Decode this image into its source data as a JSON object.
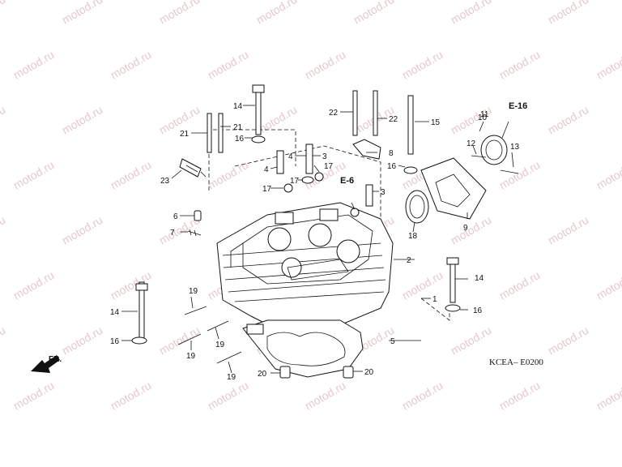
{
  "diagram": {
    "code": "KCEA– E0200",
    "front_label": "FR.",
    "watermark": "motod.ru"
  },
  "refs": {
    "e16": "E-16",
    "e6": "E-6"
  },
  "callouts": [
    {
      "id": "c1",
      "text": "1"
    },
    {
      "id": "c2",
      "text": "2"
    },
    {
      "id": "c3a",
      "text": "3"
    },
    {
      "id": "c3b",
      "text": "3"
    },
    {
      "id": "c4a",
      "text": "4"
    },
    {
      "id": "c4b",
      "text": "4"
    },
    {
      "id": "c5",
      "text": "5"
    },
    {
      "id": "c6",
      "text": "6"
    },
    {
      "id": "c7",
      "text": "7"
    },
    {
      "id": "c8",
      "text": "8"
    },
    {
      "id": "c9",
      "text": "9"
    },
    {
      "id": "c10",
      "text": "10"
    },
    {
      "id": "c11",
      "text": "11"
    },
    {
      "id": "c12",
      "text": "12"
    },
    {
      "id": "c13",
      "text": "13"
    },
    {
      "id": "c14a",
      "text": "14"
    },
    {
      "id": "c14b",
      "text": "14"
    },
    {
      "id": "c14c",
      "text": "14"
    },
    {
      "id": "c15",
      "text": "15"
    },
    {
      "id": "c16a",
      "text": "16"
    },
    {
      "id": "c16b",
      "text": "16"
    },
    {
      "id": "c16c",
      "text": "16"
    },
    {
      "id": "c16d",
      "text": "16"
    },
    {
      "id": "c17a",
      "text": "17"
    },
    {
      "id": "c17b",
      "text": "17"
    },
    {
      "id": "c17c",
      "text": "17"
    },
    {
      "id": "c18",
      "text": "18"
    },
    {
      "id": "c19a",
      "text": "19"
    },
    {
      "id": "c19b",
      "text": "19"
    },
    {
      "id": "c19c",
      "text": "19"
    },
    {
      "id": "c19d",
      "text": "19"
    },
    {
      "id": "c20a",
      "text": "20"
    },
    {
      "id": "c20b",
      "text": "20"
    },
    {
      "id": "c21a",
      "text": "21"
    },
    {
      "id": "c21b",
      "text": "21"
    },
    {
      "id": "c22a",
      "text": "22"
    },
    {
      "id": "c22b",
      "text": "22"
    },
    {
      "id": "c23",
      "text": "23"
    }
  ]
}
